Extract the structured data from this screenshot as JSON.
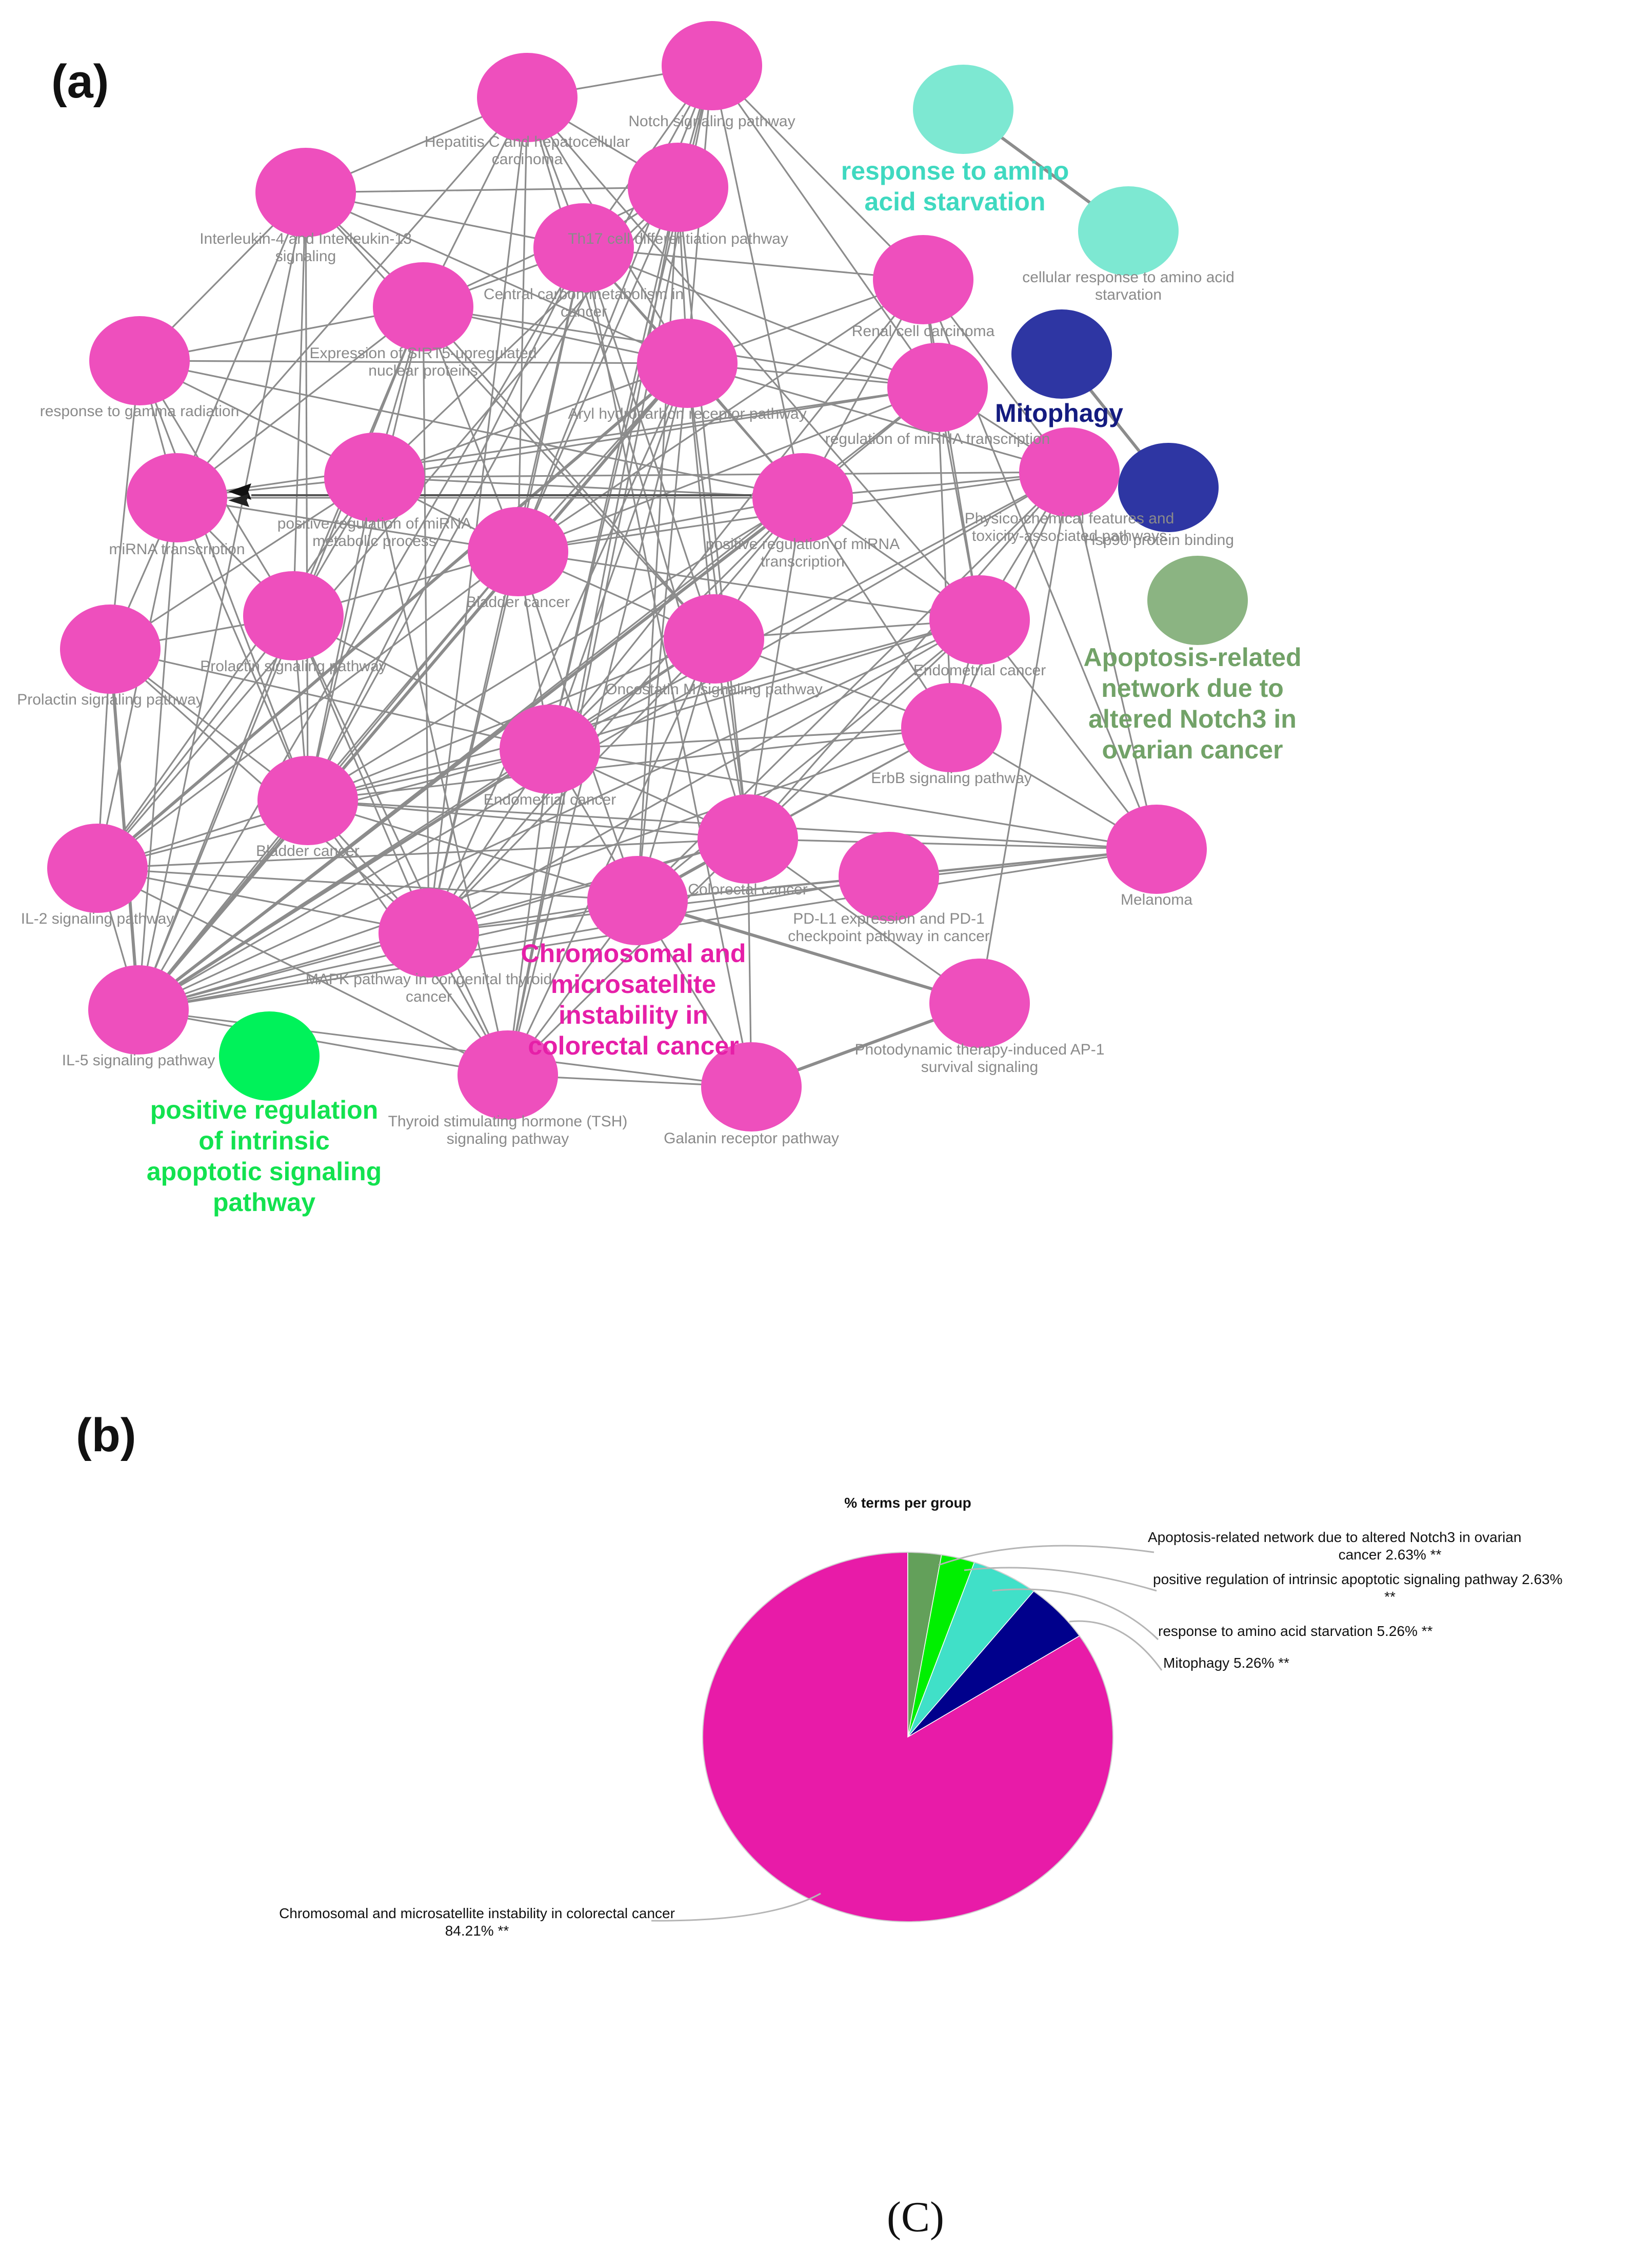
{
  "panel_labels": {
    "a": "(a)",
    "b": "(b)",
    "c": "(C)"
  },
  "network": {
    "nodes": [
      {
        "id": "n1",
        "label": "Notch signaling pathway",
        "group": "crc"
      },
      {
        "id": "n2",
        "label": "Hepatitis C and hepatocellular carcinoma",
        "group": "crc"
      },
      {
        "id": "n3",
        "label": "Interleukin-4 and Interleukin-13 signaling",
        "group": "crc"
      },
      {
        "id": "n4",
        "label": "Th17 cell differentiation pathway",
        "group": "crc"
      },
      {
        "id": "n5",
        "label": "Central carbon metabolism in cancer",
        "group": "crc"
      },
      {
        "id": "n6",
        "label": "Renal cell carcinoma",
        "group": "crc"
      },
      {
        "id": "n7",
        "label": "response to gamma radiation",
        "group": "crc"
      },
      {
        "id": "n8",
        "label": "Expression of SIRT5-upregulated nuclear proteins",
        "group": "crc"
      },
      {
        "id": "n9",
        "label": "Aryl hydrocarbon receptor pathway",
        "group": "crc"
      },
      {
        "id": "n10",
        "label": "regulation of miRNA transcription",
        "group": "crc"
      },
      {
        "id": "n11",
        "label": "miRNA transcription",
        "group": "crc"
      },
      {
        "id": "n12",
        "label": "positive regulation of miRNA metabolic process",
        "group": "crc"
      },
      {
        "id": "n13",
        "label": "positive regulation of miRNA transcription",
        "group": "crc"
      },
      {
        "id": "n14",
        "label": "Physico-chemical features and toxicity-associated pathways",
        "group": "crc"
      },
      {
        "id": "n15",
        "label": "Bladder cancer",
        "group": "crc"
      },
      {
        "id": "n16",
        "label": "Prolactin signaling pathway",
        "group": "crc"
      },
      {
        "id": "n17",
        "label": "Prolactin signaling pathway",
        "group": "crc"
      },
      {
        "id": "n18",
        "label": "Oncostatin M signaling pathway",
        "group": "crc"
      },
      {
        "id": "n19",
        "label": "Endometrial cancer",
        "group": "crc"
      },
      {
        "id": "n20",
        "label": "Endometrial cancer",
        "group": "crc"
      },
      {
        "id": "n21",
        "label": "ErbB signaling pathway",
        "group": "crc"
      },
      {
        "id": "n22",
        "label": "Bladder cancer",
        "group": "crc"
      },
      {
        "id": "n23",
        "label": "IL-2 signaling pathway",
        "group": "crc"
      },
      {
        "id": "n24",
        "label": "Colorectal cancer",
        "group": "crc"
      },
      {
        "id": "n25",
        "label": "PD-L1 expression and PD-1 checkpoint pathway in cancer",
        "group": "crc"
      },
      {
        "id": "n26",
        "label": "Melanoma",
        "group": "crc"
      },
      {
        "id": "n27",
        "label": "MAPK pathway in congenital thyroid cancer",
        "group": "crc"
      },
      {
        "id": "n28",
        "label": "",
        "group": "crc"
      },
      {
        "id": "n29",
        "label": "IL-5 signaling pathway",
        "group": "crc"
      },
      {
        "id": "n30",
        "label": "Thyroid stimulating hormone (TSH) signaling pathway",
        "group": "crc"
      },
      {
        "id": "n31",
        "label": "Galanin receptor pathway",
        "group": "crc"
      },
      {
        "id": "n32",
        "label": "Photodynamic therapy-induced AP-1 survival signaling",
        "group": "crc"
      },
      {
        "id": "t1",
        "label": "",
        "group": "aa"
      },
      {
        "id": "t2",
        "label": "cellular response to amino acid starvation",
        "group": "aa"
      },
      {
        "id": "m1",
        "label": "",
        "group": "mito"
      },
      {
        "id": "m2",
        "label": "Hsp90 protein binding",
        "group": "mito"
      },
      {
        "id": "a1",
        "label": "",
        "group": "notch3"
      },
      {
        "id": "g1",
        "label": "",
        "group": "apop"
      }
    ],
    "groups": {
      "crc": {
        "label": "Chromosomal and microsatellite instability in colorectal cancer",
        "color": "#ee4fbd"
      },
      "aa": {
        "label": "response to amino acid starvation",
        "color": "#7de8d2"
      },
      "mito": {
        "label": "Mitophagy",
        "color": "#2e36a3"
      },
      "notch3": {
        "label": "Apoptosis-related network due to altered Notch3 in ovarian cancer",
        "color": "#8bb482"
      },
      "apop": {
        "label": "positive regulation of intrinsic apoptotic signaling pathway",
        "color": "#00f25a"
      }
    },
    "group_label_colors": {
      "crc": "#e61fa8",
      "aa": "#3fd9c0",
      "mito": "#141b80",
      "notch3": "#72a268",
      "apop": "#12e24f"
    }
  },
  "pie": {
    "title": "% terms per group",
    "slices": [
      {
        "label": "Apoptosis-related network due to altered Notch3 in ovarian cancer",
        "percent": 2.63,
        "sig": "**",
        "color": "#63a05a"
      },
      {
        "label": "positive regulation of intrinsic apoptotic signaling pathway",
        "percent": 2.63,
        "sig": "**",
        "color": "#00f000"
      },
      {
        "label": "response to amino acid starvation",
        "percent": 5.26,
        "sig": "**",
        "color": "#40e0c8"
      },
      {
        "label": "Mitophagy",
        "percent": 5.26,
        "sig": "**",
        "color": "#00008c"
      },
      {
        "label": "Chromosomal and microsatellite instability in colorectal cancer",
        "percent": 84.21,
        "sig": "**",
        "color": "#e81ba8"
      }
    ],
    "callouts": [
      {
        "lines": [
          "Apoptosis-related network due to altered Notch3 in ovarian",
          "cancer 2.63% **"
        ]
      },
      {
        "lines": [
          "positive regulation of intrinsic apoptotic signaling pathway 2.63%",
          "**"
        ]
      },
      {
        "lines": [
          "response to amino acid starvation 5.26% **"
        ]
      },
      {
        "lines": [
          "Mitophagy 5.26% **"
        ]
      },
      {
        "lines": [
          "Chromosomal and microsatellite instability in colorectal cancer",
          "84.21% **"
        ]
      }
    ]
  }
}
